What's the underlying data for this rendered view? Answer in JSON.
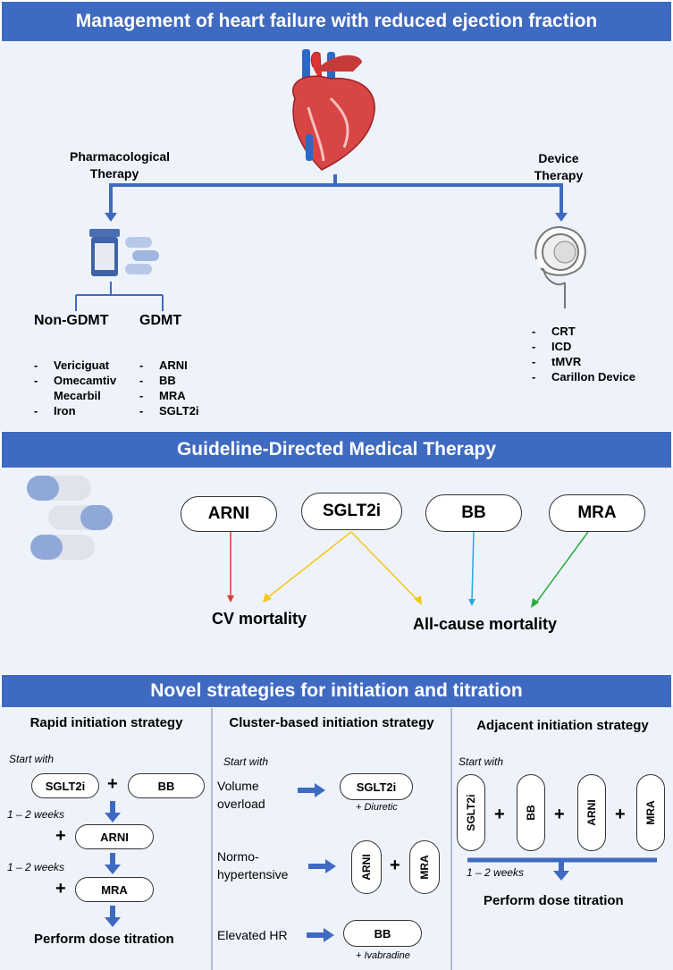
{
  "header": {
    "title": "Management of heart failure with reduced ejection fraction"
  },
  "top": {
    "pharma_label": "Pharmacological Therapy",
    "device_label": "Device Therapy",
    "nongdmt_title": "Non-GDMT",
    "gdmt_title": "GDMT",
    "nongdmt_items": [
      "Vericiguat",
      "Omecamtiv Mecarbil",
      "Iron"
    ],
    "gdmt_items": [
      "ARNI",
      "BB",
      "MRA",
      "SGLT2i"
    ],
    "device_items": [
      "CRT",
      "ICD",
      "tMVR",
      "Carillon Device"
    ],
    "dash": "-"
  },
  "middle": {
    "title": "Guideline-Directed Medical Therapy",
    "drugs": {
      "arni": "ARNI",
      "sglt2i": "SGLT2i",
      "bb": "BB",
      "mra": "MRA"
    },
    "cv_mortality": "CV mortality",
    "allcause_mortality": "All-cause mortality"
  },
  "bottom": {
    "title": "Novel strategies for initiation and titration",
    "rapid": {
      "title": "Rapid initiation strategy",
      "start_with": "Start with",
      "sglt2i": "SGLT2i",
      "bb": "BB",
      "arni": "ARNI",
      "mra": "MRA",
      "weeks1": "1 – 2 weeks",
      "weeks2": "1 – 2 weeks",
      "plus": "+",
      "perform": "Perform dose titration"
    },
    "cluster": {
      "title": "Cluster-based initiation strategy",
      "start_with": "Start with",
      "volume": "Volume overload",
      "sglt2i": "SGLT2i",
      "diuretic": "+ Diuretic",
      "normo": "Normo- hypertensive",
      "arni": "ARNI",
      "mra": "MRA",
      "elevated": "Elevated HR",
      "bb": "BB",
      "ivabradine": "+ Ivabradine",
      "plus": "+"
    },
    "adjacent": {
      "title": "Adjacent initiation strategy",
      "start_with": "Start with",
      "sglt2i": "SGLT2i",
      "bb": "BB",
      "arni": "ARNI",
      "mra": "MRA",
      "weeks": "1 – 2 weeks",
      "plus": "+",
      "perform": "Perform dose titration"
    }
  },
  "colors": {
    "accent": "#3f6ac1",
    "panel": "#eef3fb",
    "red": "#e53935",
    "yellow": "#f5c518",
    "cyan": "#29a8e0",
    "green": "#2eaa3c"
  }
}
